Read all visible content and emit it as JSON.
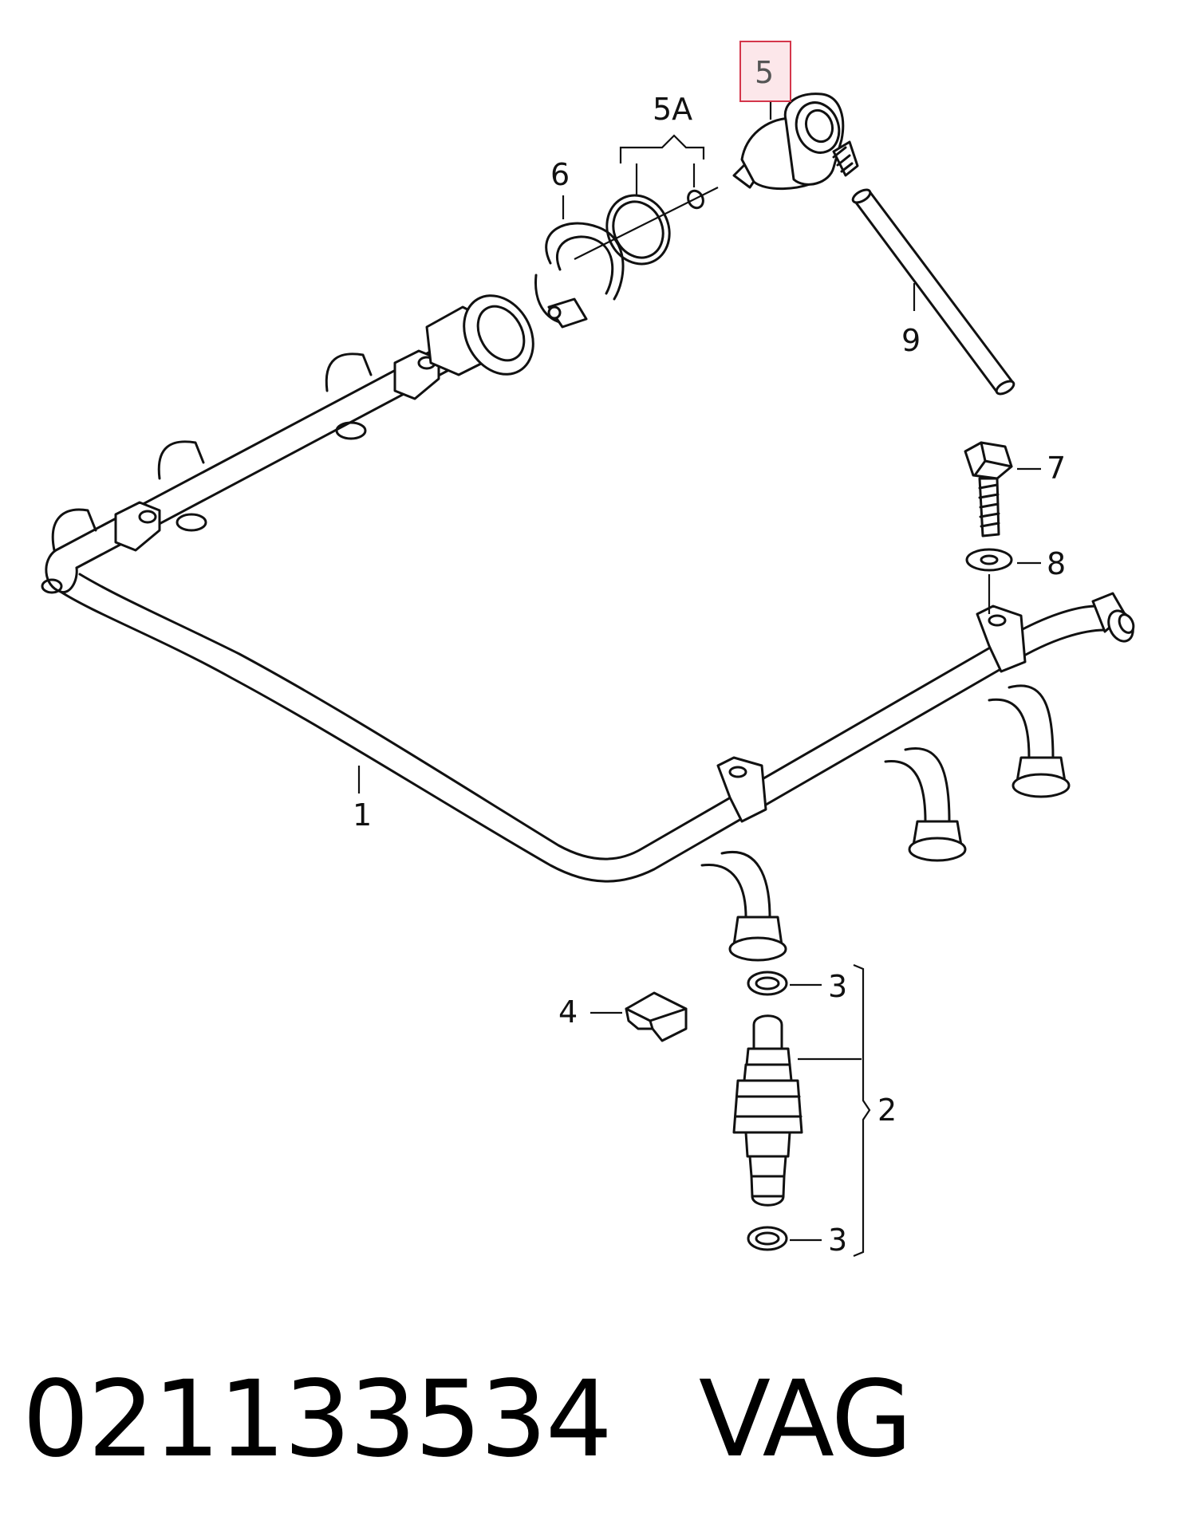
{
  "callouts": {
    "c1": "1",
    "c2": "2",
    "c3a": "3",
    "c3b": "3",
    "c4": "4",
    "c5": "5",
    "c5a": "5A",
    "c6": "6",
    "c7": "7",
    "c8": "8",
    "c9": "9"
  },
  "highlight": {
    "callout": "5",
    "color": "#d4364b"
  },
  "caption": {
    "part_number": "021133534",
    "brand": "VAG"
  }
}
